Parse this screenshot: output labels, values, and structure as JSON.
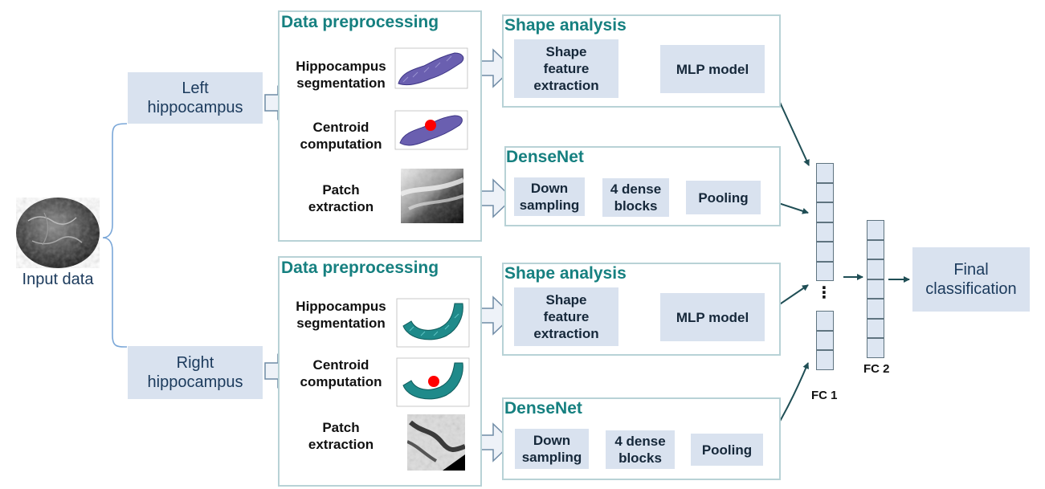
{
  "input": {
    "label": "Input data"
  },
  "branches": [
    {
      "side_label": "Left\nhippocampus",
      "preprocessing": {
        "title": "Data preprocessing",
        "steps": [
          "Hippocampus\nsegmentation",
          "Centroid\ncomputation",
          "Patch\nextraction"
        ]
      },
      "shape": {
        "title": "Shape analysis",
        "feature": "Shape\nfeature\nextraction",
        "model": "MLP model"
      },
      "densenet": {
        "title": "DenseNet",
        "blocks": [
          "Down\nsampling",
          "4 dense\nblocks",
          "Pooling"
        ]
      }
    },
    {
      "side_label": "Right\nhippocampus",
      "preprocessing": {
        "title": "Data preprocessing",
        "steps": [
          "Hippocampus\nsegmentation",
          "Centroid\ncomputation",
          "Patch\nextraction"
        ]
      },
      "shape": {
        "title": "Shape analysis",
        "feature": "Shape\nfeature\nextraction",
        "model": "MLP model"
      },
      "densenet": {
        "title": "DenseNet",
        "blocks": [
          "Down\nsampling",
          "4 dense\nblocks",
          "Pooling"
        ]
      }
    }
  ],
  "fc1": {
    "label": "FC 1",
    "ellipsis": "⋮"
  },
  "fc2": {
    "label": "FC 2"
  },
  "output": {
    "label": "Final\nclassification"
  },
  "colors": {
    "box_fill": "#d9e2ef",
    "panel_border": "#b8d2d6",
    "title_teal": "#168080",
    "arrow_dark": "#1f4e55",
    "left_mesh": "#6a5fb0",
    "right_mesh": "#1f8a8a",
    "centroid": "#ff0000"
  }
}
